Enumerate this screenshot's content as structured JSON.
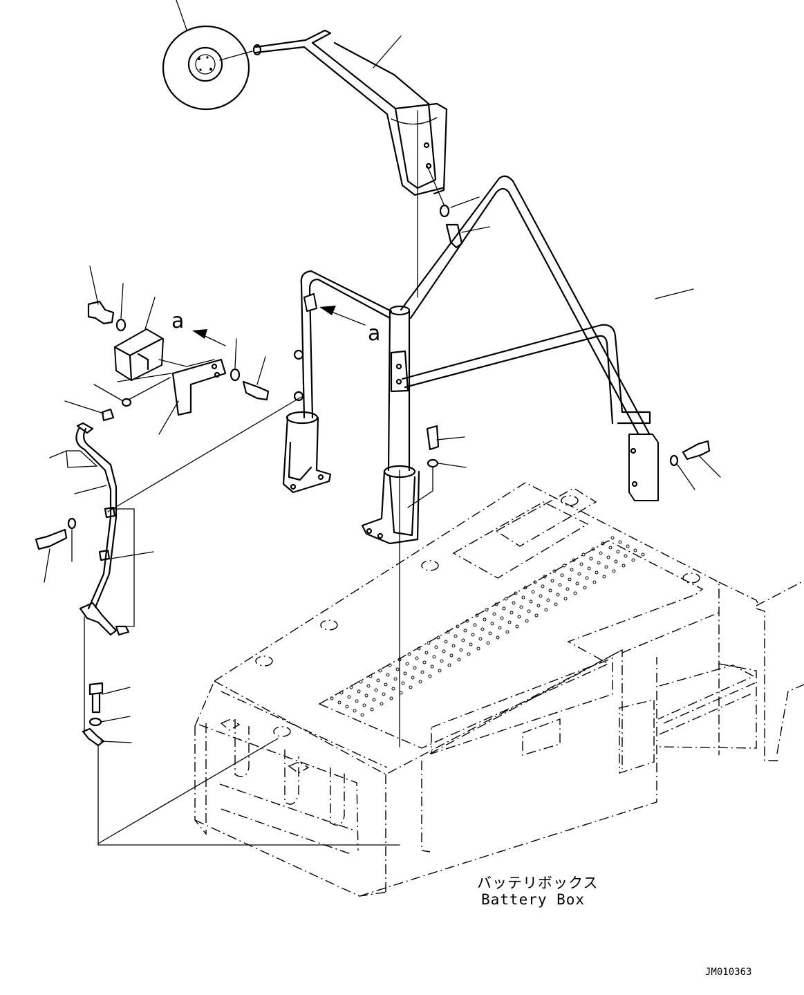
{
  "labels": {
    "battery_box_jp": "バッテリボックス",
    "battery_box_en": "Battery Box",
    "drawing_code": "JM010363",
    "view_mark_left": "a",
    "view_mark_center": "a"
  },
  "parts": [
    "mirror",
    "mirror-arm",
    "handrail-frame",
    "left-post",
    "center-post",
    "bracket",
    "plate",
    "wire-harness",
    "clamp",
    "bolts",
    "washers",
    "battery-box"
  ]
}
